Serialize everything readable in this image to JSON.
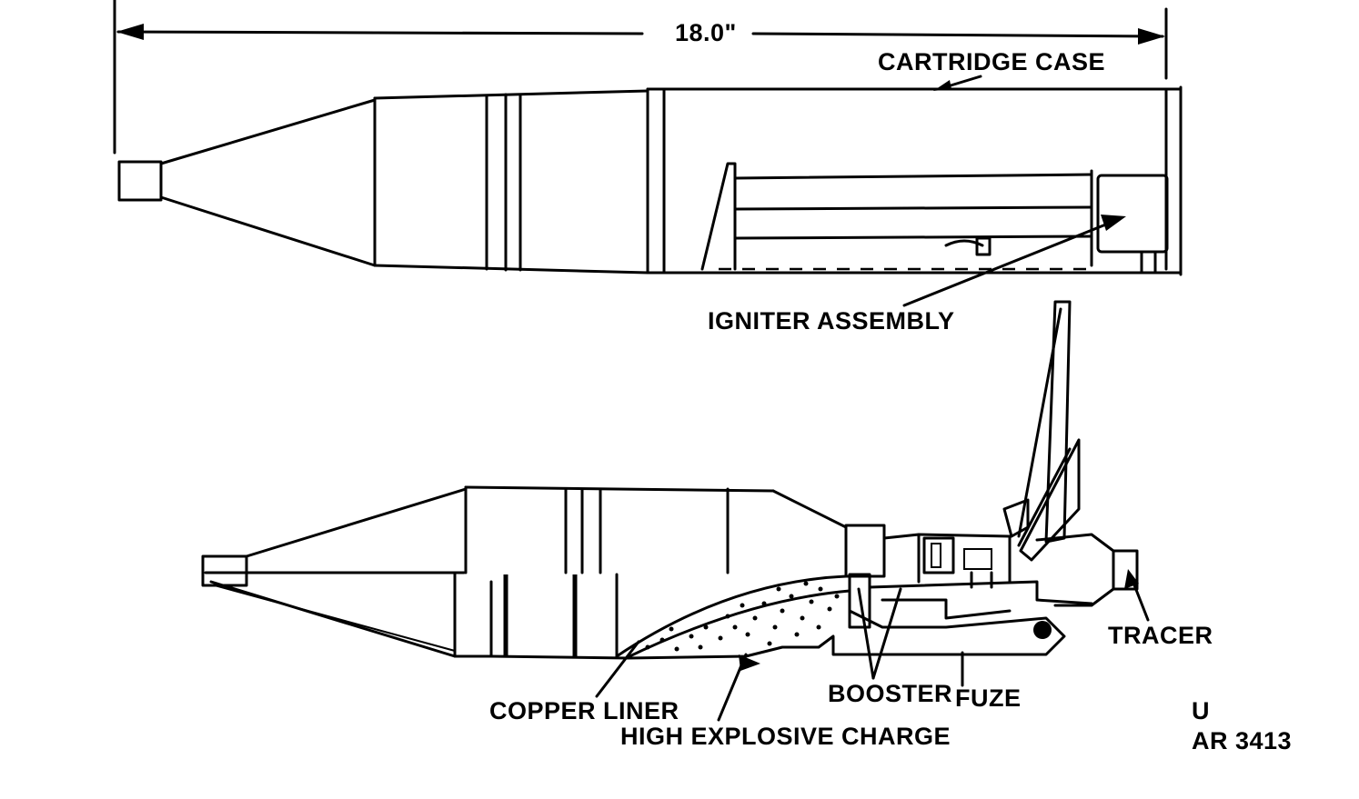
{
  "figure": {
    "dimension_label": "18.0\"",
    "labels": {
      "cartridge_case": "CARTRIDGE CASE",
      "igniter_assembly": "IGNITER ASSEMBLY",
      "tracer": "TRACER",
      "booster": "BOOSTER",
      "fuze": "FUZE",
      "copper_liner": "COPPER LINER",
      "high_explosive_charge": "HIGH EXPLOSIVE CHARGE"
    },
    "classification": "U",
    "figure_id": "AR 3413"
  },
  "colors": {
    "ink": "#000000",
    "paper": "#ffffff"
  }
}
